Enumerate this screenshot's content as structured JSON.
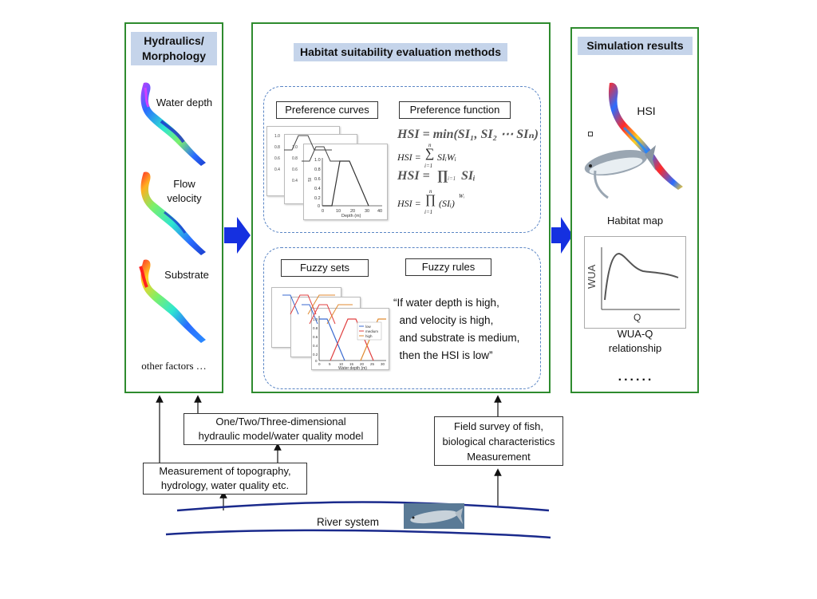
{
  "left_panel": {
    "header": "Hydraulics/\nMorphology",
    "items": [
      "Water depth",
      "Flow\nvelocity",
      "Substrate"
    ],
    "footer": "other factors …"
  },
  "middle_panel": {
    "header": "Habitat suitability evaluation methods",
    "preference": {
      "curves_label": "Preference curves",
      "function_label": "Preference function",
      "equations": {
        "min": "HSI = min(SI₁, SI₂ ⋯ SIₙ)",
        "sum_prefix": "HSI =",
        "sum_body": "SIᵢWᵢ",
        "prod_prefix": "HSI =",
        "prod_body": "SIᵢ",
        "prod_w_prefix": "HSI =",
        "prod_w_body": "(SIᵢ)",
        "sup_n": "n",
        "sub_i1": "i=1",
        "sup_Wi": "Wᵢ"
      },
      "chart_ticks_y": [
        "1.0",
        "0.8",
        "0.6",
        "0.4",
        "0.2",
        "0"
      ],
      "chart_ticks_x": [
        "0",
        "10",
        "20",
        "30",
        "40"
      ],
      "chart_xlabel": "Depth (m)",
      "chart_ylabel": "SI"
    },
    "fuzzy": {
      "sets_label": "Fuzzy sets",
      "rules_label": "Fuzzy rules",
      "rule_lines": [
        "“If water depth is high,",
        "  and velocity is high,",
        "  and substrate is medium,",
        "  then the HSI is low”"
      ],
      "chart_xlabel": "Water depth (m)",
      "legend": [
        "low",
        "medium",
        "high"
      ],
      "chart_ticks_x": [
        "0",
        "5",
        "10",
        "15",
        "20",
        "25",
        "30"
      ],
      "chart_ticks_y": [
        "1.0",
        "0.8",
        "0.6",
        "0.4",
        "0.2",
        "0"
      ]
    }
  },
  "right_panel": {
    "header": "Simulation results",
    "hsi_label": "HSI",
    "habitat_map_label": "Habitat map",
    "wua_ylabel": "WUA",
    "wua_xlabel": "Q",
    "wua_caption": "WUA-Q\nrelationship",
    "ellipsis": "......"
  },
  "bottom": {
    "hydraulic_model": "One/Two/Three-dimensional\nhydraulic model/water quality model",
    "measurement": "Measurement of topography,\nhydrology, water quality etc.",
    "field_survey": "Field survey  of fish,\nbiological characteristics\nMeasurement",
    "river_label": "River system"
  },
  "colors": {
    "panel_border": "#2e8b2e",
    "header_fill": "#c5d4ea",
    "dash_border": "#5b86c5",
    "arrow_fill": "#1530e0",
    "river_line": "#1a2a8c"
  }
}
